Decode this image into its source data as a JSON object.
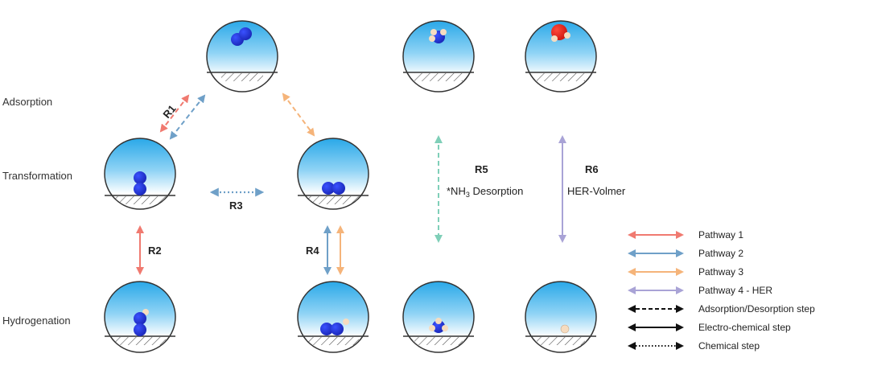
{
  "rows": {
    "adsorption": "Adsorption",
    "transformation": "Transformation",
    "hydrogenation": "Hydrogenation"
  },
  "reactions": {
    "r1": "R1",
    "r2": "R2",
    "r3": "R3",
    "r4": "R4",
    "r5": "R5",
    "r6": "R6"
  },
  "r5_desc": {
    "prefix": "*NH",
    "sub": "3",
    "suffix": " Desorption"
  },
  "r6_desc": "HER-Volmer",
  "legend": [
    {
      "label": "Pathway 1",
      "color": "#f07a70",
      "style": "solid"
    },
    {
      "label": "Pathway 2",
      "color": "#6fa0c8",
      "style": "solid"
    },
    {
      "label": "Pathway 3",
      "color": "#f5b47a",
      "style": "solid"
    },
    {
      "label": "Pathway 4 - HER",
      "color": "#a9a3d6",
      "style": "solid"
    },
    {
      "label": "Adsorption/Desorption step",
      "color": "#111111",
      "style": "dashed"
    },
    {
      "label": "Electro-chemical step",
      "color": "#111111",
      "style": "solid"
    },
    {
      "label": "Chemical step",
      "color": "#111111",
      "style": "dotted"
    }
  ],
  "colors": {
    "pathway1": "#f07a70",
    "pathway2": "#6fa0c8",
    "pathway3": "#f5b47a",
    "pathway4": "#a9a3d6",
    "r5_arrow": "#7fcfb8",
    "nitrogen": "#1c2fd6",
    "hydrogen": "#f6dcc0",
    "oxygen": "#e8201a",
    "bubble_top": "#2aa8e8"
  }
}
